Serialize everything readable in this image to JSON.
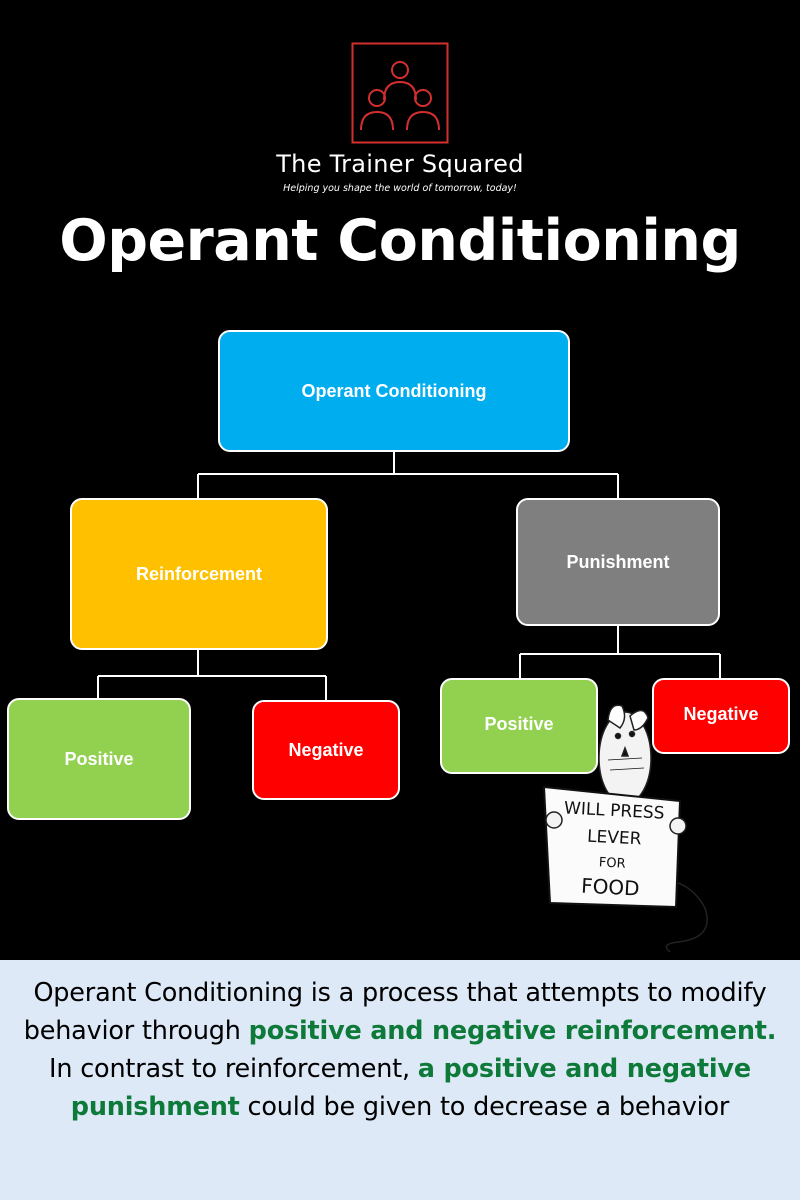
{
  "brand": {
    "name": "The Trainer Squared",
    "tagline": "Helping you shape the world of tomorrow, today!",
    "logo_color": "#d32f2f"
  },
  "title": "Operant Conditioning",
  "diagram": {
    "root": {
      "label": "Operant Conditioning",
      "color": "#00adef"
    },
    "reinforcement": {
      "label": "Reinforcement",
      "color": "#ffc000",
      "positive": {
        "label": "Positive",
        "color": "#92d050"
      },
      "negative": {
        "label": "Negative",
        "color": "#ff0000"
      }
    },
    "punishment": {
      "label": "Punishment",
      "color": "#7f7f7f",
      "positive": {
        "label": "Positive",
        "color": "#92d050"
      },
      "negative": {
        "label": "Negative",
        "color": "#ff0000"
      }
    }
  },
  "sign": {
    "line1": "WILL PRESS",
    "line2": "LEVER",
    "line3": "FOR",
    "line4": "FOOD"
  },
  "caption": {
    "part1": "Operant Conditioning is a process that attempts to modify behavior through ",
    "highlight1": "positive and negative reinforcement.",
    "part2": " In contrast to reinforcement, ",
    "highlight2": "a positive and negative punishment",
    "part3": " could be given to decrease a behavior",
    "highlight_color": "#0e7a3a"
  }
}
